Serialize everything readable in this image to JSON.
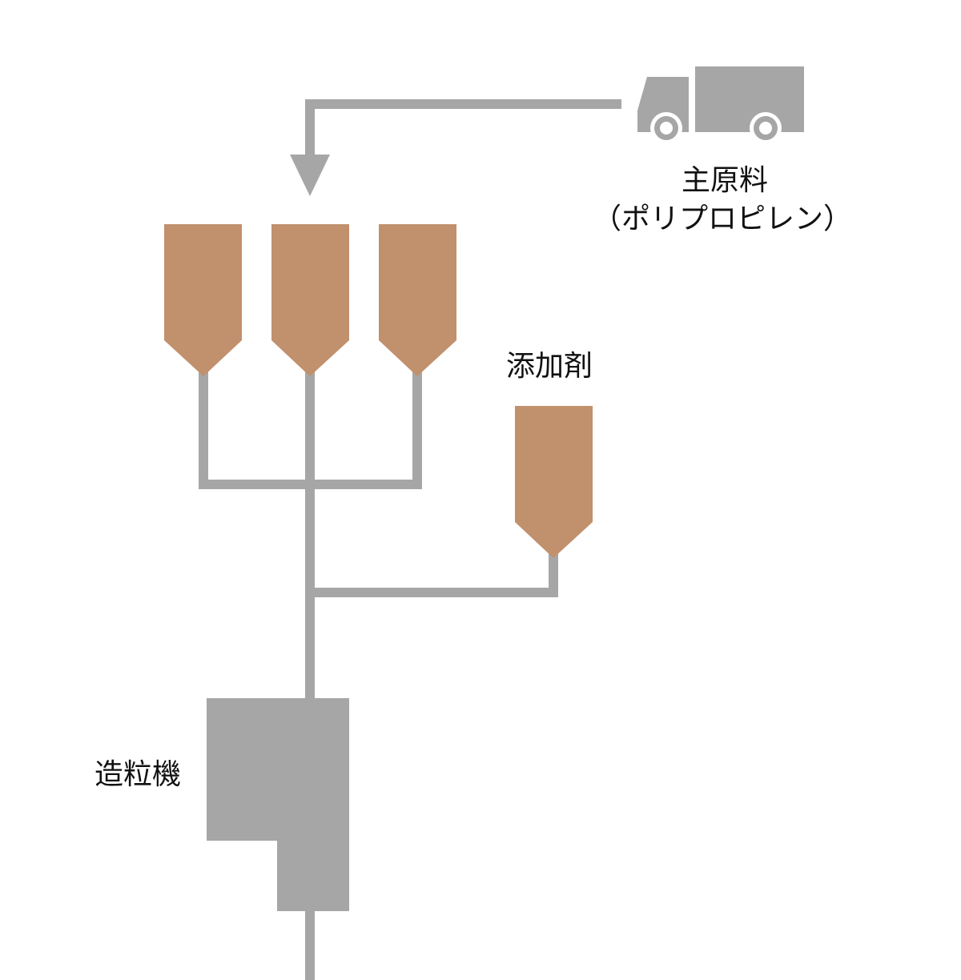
{
  "labels": {
    "main_material": "主原料",
    "main_material_detail": "（ポリプロピレン）",
    "additive": "添加剤",
    "granulator": "造粒機"
  },
  "colors": {
    "pipe": "#a6a6a6",
    "silo": "#c1906d",
    "machine": "#a6a6a6",
    "text": "#111111",
    "background": "#ffffff"
  },
  "icons": {
    "truck": "truck-icon",
    "arrow": "arrow-down-icon"
  }
}
